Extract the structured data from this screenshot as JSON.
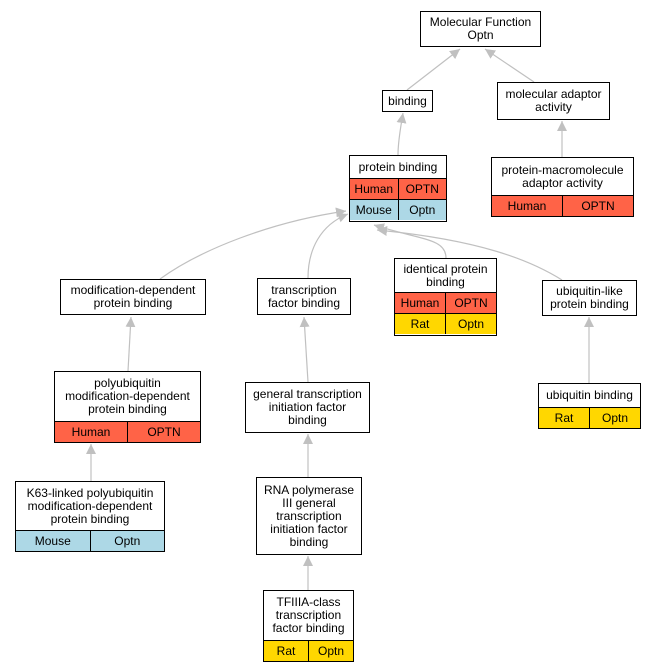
{
  "nodes": {
    "mf": {
      "title": "Molecular Function\nOptn"
    },
    "binding": {
      "title": "binding"
    },
    "adaptor_activity": {
      "title": "molecular adaptor\nactivity"
    },
    "protein_binding": {
      "title": "protein binding",
      "rows": [
        [
          "Human",
          "OPTN"
        ],
        [
          "Mouse",
          "Optn"
        ]
      ]
    },
    "macromolecule_adaptor": {
      "title": "protein-macromolecule\nadaptor activity",
      "rows": [
        [
          "Human",
          "OPTN"
        ]
      ]
    },
    "modification_dependent": {
      "title": "modification-dependent\nprotein binding"
    },
    "tf_binding": {
      "title": "transcription\nfactor binding"
    },
    "identical_protein": {
      "title": "identical protein\nbinding",
      "rows": [
        [
          "Human",
          "OPTN"
        ],
        [
          "Rat",
          "Optn"
        ]
      ]
    },
    "ubiquitin_like": {
      "title": "ubiquitin-like\nprotein binding"
    },
    "polyubiquitin": {
      "title": "polyubiquitin\nmodification-dependent\nprotein binding",
      "rows": [
        [
          "Human",
          "OPTN"
        ]
      ]
    },
    "gen_tf_initiation": {
      "title": "general transcription\ninitiation factor\nbinding"
    },
    "ubiquitin_binding": {
      "title": "ubiquitin binding",
      "rows": [
        [
          "Rat",
          "Optn"
        ]
      ]
    },
    "k63": {
      "title": "K63-linked polyubiquitin\nmodification-dependent\nprotein binding",
      "rows": [
        [
          "Mouse",
          "Optn"
        ]
      ]
    },
    "rna_pol3": {
      "title": "RNA polymerase\nIII general\ntranscription\ninitiation factor\nbinding"
    },
    "tfiiia": {
      "title": "TFIIIA-class\ntranscription\nfactor binding",
      "rows": [
        [
          "Rat",
          "Optn"
        ]
      ]
    }
  },
  "colors": {
    "Human": "#ff6347",
    "Mouse": "#add8e6",
    "Rat": "#ffd700",
    "edge": "#c0c0c0"
  }
}
